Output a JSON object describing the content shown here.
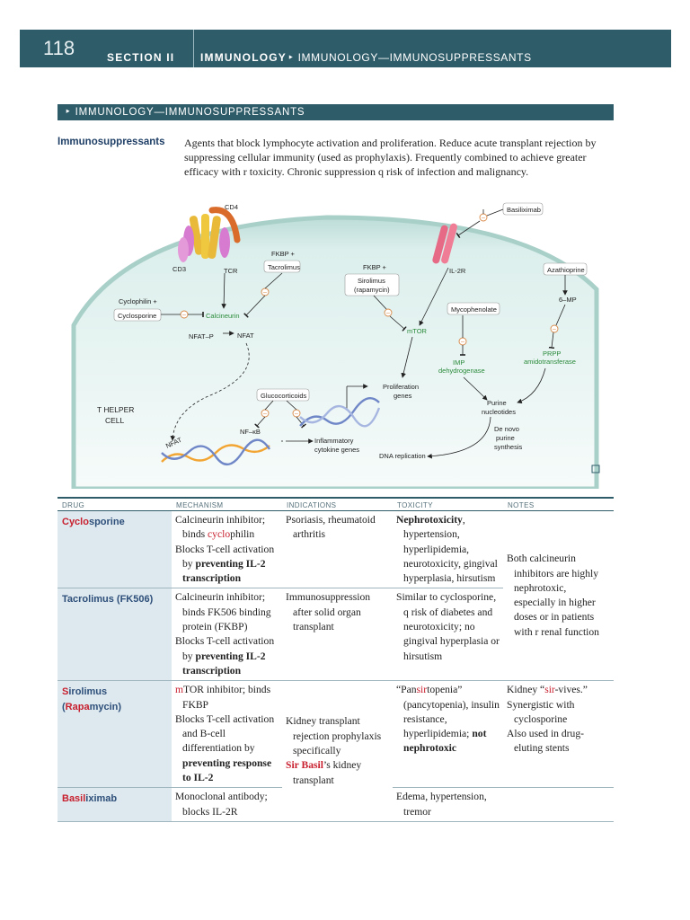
{
  "header": {
    "page_number": "118",
    "section": "SECTION II",
    "subject": "IMMUNOLOGY",
    "breadcrumb": "IMMUNOLOGY—IMMUNOSUPPRESSANTS"
  },
  "section_bar": {
    "title": "IMMUNOLOGY—IMMUNOSUPPRESSANTS"
  },
  "intro": {
    "term": "Immunosuppressants",
    "lines": [
      "Agents that block lymphocyte activation and proliferation. Reduce acute transplant rejection by",
      "suppressing cellular immunity (used as prophylaxis). Frequently combined to achieve greater",
      "efficacy with r toxicity. Chronic suppression q risk of infection and malignancy."
    ]
  },
  "diagram": {
    "cd4": "CD4",
    "cd3": "CD3",
    "tcr": "TCR",
    "fkbp_tac": "FKBP +",
    "tacrolimus": "Tacrolimus",
    "cyclophilin": "Cyclophilin +",
    "cyclosporine": "Cyclosporine",
    "calcineurin": "Calcineurin",
    "nfat_p": "NFAT–P",
    "nfat": "NFAT",
    "nfat_dna": "NFAT",
    "fkbp_sir": "FKBP +",
    "sirolimus": "Sirolimus",
    "rapamycin": "(rapamycin)",
    "mtor": "mTOR",
    "il2r": "IL-2R",
    "basiliximab": "Basiliximab",
    "azathioprine": "Azathioprine",
    "six_mp": "6–MP",
    "mycophenolate": "Mycophenolate",
    "imp_dh_1": "IMP",
    "imp_dh_2": "dehydrogenase",
    "prpp_1": "PRPP",
    "prpp_2": "amidotransferase",
    "prolif_1": "Proliferation",
    "prolif_2": "genes",
    "purine_1": "Purine",
    "purine_2": "nucleotides",
    "glucocorticoids": "Glucocorticoids",
    "nfkb": "NF–κB",
    "inflam_1": "Inflammatory",
    "inflam_2": "cytokine genes",
    "th_1": "T HELPER",
    "th_2": "CELL",
    "denovo_1": "De novo",
    "denovo_2": "purine",
    "denovo_3": "synthesis",
    "dna_rep": "DNA replication",
    "minus": "–"
  },
  "table": {
    "headers": [
      "DRUG",
      "MECHANISM",
      "INDICATIONS",
      "TOXICITY",
      "NOTES"
    ],
    "cyclosporine": {
      "drug_a": "Cyclo",
      "drug_b": "sporine",
      "m1a": "Calcineurin inhibitor;",
      "m1b": "binds ",
      "m1c": "cyclo",
      "m1d": "philin",
      "m2": "Blocks T-cell activation",
      "m3a": "by ",
      "m3b": "preventing IL-2",
      "m3c": "transcription",
      "ind": "Psoriasis, rheumatoid arthritis",
      "tox_b": "Nephrotoxicity",
      "tox_r": ", hypertension, hyperlipidemia, neurotoxicity, gingival hyperplasia, hirsutism"
    },
    "tacrolimus": {
      "drug": "Tacrolimus (FK506)",
      "m1": "Calcineurin inhibitor; binds FK506 binding protein (FKBP)",
      "m2": "Blocks T-cell activation",
      "m3a": "by ",
      "m3b": "preventing IL-2",
      "m3c": "transcription",
      "ind": "Immunosuppression after solid organ transplant",
      "tox": "Similar to cyclosporine, q risk of diabetes and neurotoxicity; no gingival hyperplasia or hirsutism"
    },
    "calcineurin_note": "Both calcineurin inhibitors are highly nephrotoxic, especially in higher doses or in patients with r renal function",
    "sirolimus": {
      "drug_a": "S",
      "drug_b": "ir",
      "drug_c": "olimus (",
      "drug_d": "Rapa",
      "drug_e": "m",
      "drug_f": "ycin)",
      "m1a": "m",
      "m1b": "TOR",
      "m1c": " inhibitor; binds FKBP",
      "m2": "Blocks T-cell activation and B-cell differentiation by",
      "m3": "preventing response to IL-2",
      "tox_a": "“Pan",
      "tox_b": "sir",
      "tox_c": "topenia” (pancytopenia), insulin resistance, hyperlipidemia;",
      "tox_d": "not nephrotoxic",
      "note_a": "Kidney “",
      "note_b": "sir",
      "note_c": "-vives.”",
      "note_2": "Synergistic with cyclosporine",
      "note_3": "Also used in drug-eluting stents"
    },
    "shared_indication": {
      "a": "Kidney transplant rejection prophylaxis specifically",
      "b": "Sir Basil",
      "c": "’s kidney transplant"
    },
    "basiliximab": {
      "drug_a": "Basil",
      "drug_b": "iximab",
      "mech": "Monoclonal antibody; blocks IL-2R",
      "tox": "Edema, hypertension, tremor"
    }
  }
}
